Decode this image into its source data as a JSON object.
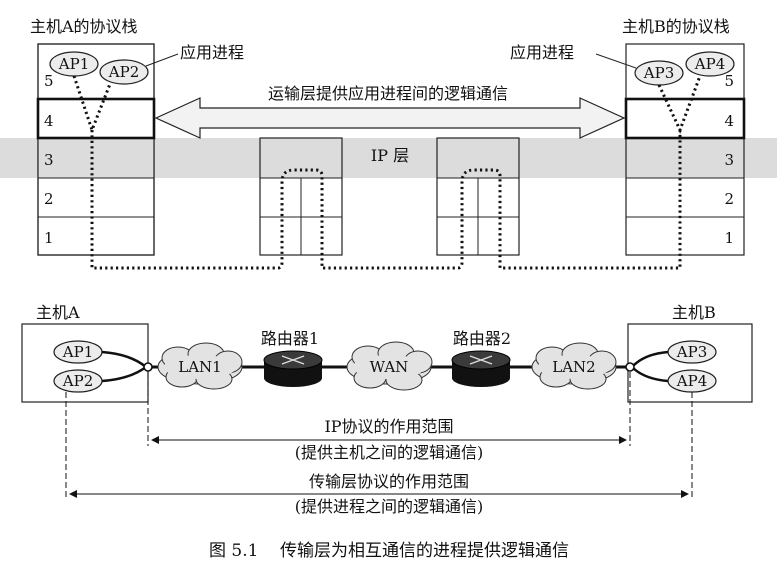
{
  "top": {
    "hostA_title": "主机A的协议栈",
    "hostB_title": "主机B的协议栈",
    "app_process_left": "应用进程",
    "app_process_right": "应用进程",
    "transport_banner": "运输层提供应用进程间的逻辑通信",
    "ip_layer": "IP 层",
    "layers": [
      "5",
      "4",
      "3",
      "2",
      "1"
    ],
    "ap1": "AP1",
    "ap2": "AP2",
    "ap3": "AP3",
    "ap4": "AP4"
  },
  "bottom": {
    "hostA": "主机A",
    "hostB": "主机B",
    "router1": "路由器1",
    "router2": "路由器2",
    "lan1": "LAN1",
    "wan": "WAN",
    "lan2": "LAN2",
    "ap1": "AP1",
    "ap2": "AP2",
    "ap3": "AP3",
    "ap4": "AP4",
    "ip_scope_line1": "IP协议的作用范围",
    "ip_scope_line2": "(提供主机之间的逻辑通信)",
    "tl_scope_line1": "传输层协议的作用范围",
    "tl_scope_line2": "(提供进程之间的逻辑通信)"
  },
  "caption": "图 5.1    传输层为相互通信的进程提供逻辑通信",
  "colors": {
    "band": "#dcdcdc",
    "ink": "#111111",
    "arrow_fill": "#f2f2f2"
  }
}
